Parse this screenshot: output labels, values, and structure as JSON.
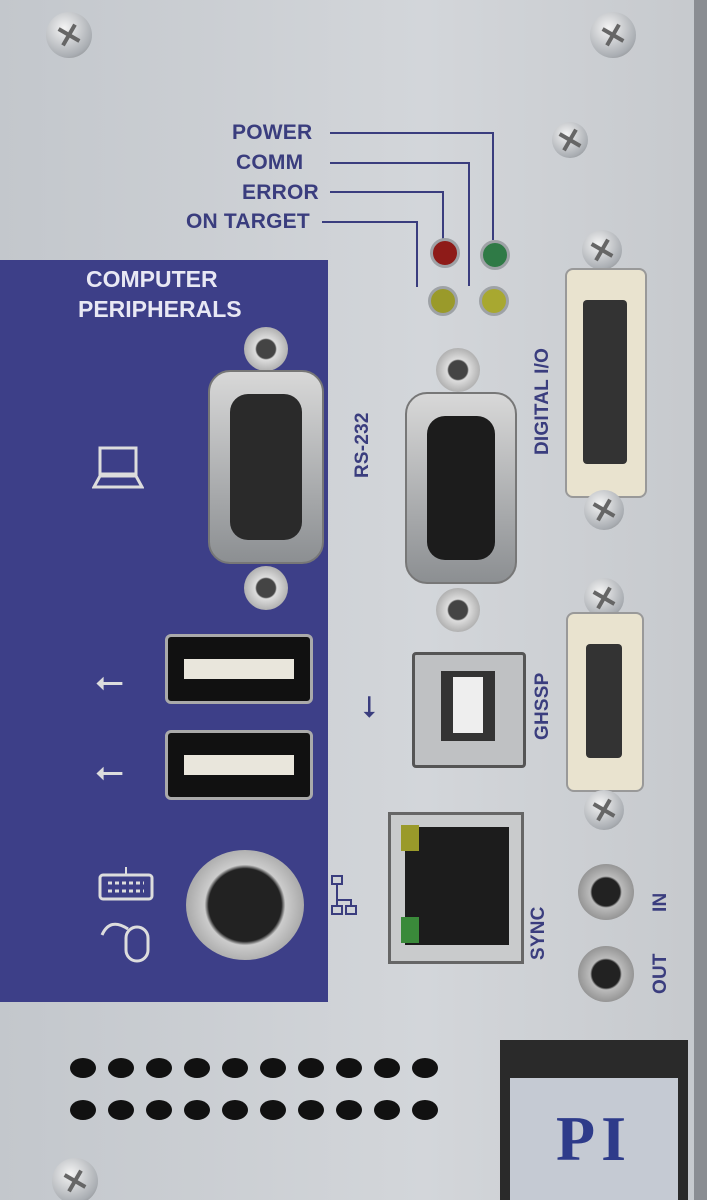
{
  "status_leds": {
    "power": "POWER",
    "comm": "COMM",
    "error": "ERROR",
    "on_target": "ON TARGET"
  },
  "led_colors": {
    "error": "#8e1b18",
    "power": "#2f7a46",
    "on_target": "#9a9a2a",
    "comm": "#a8a830"
  },
  "peripherals": {
    "title_line1": "COMPUTER",
    "title_line2": "PERIPHERALS",
    "panel_color": "#3d3f88"
  },
  "ports": {
    "rs232": "RS-232",
    "digital_io": "DIGITAL I/O",
    "ghssp": "GHSSP",
    "sync": "SYNC",
    "in": "IN",
    "out": "OUT"
  },
  "logo": {
    "text": "PI"
  }
}
